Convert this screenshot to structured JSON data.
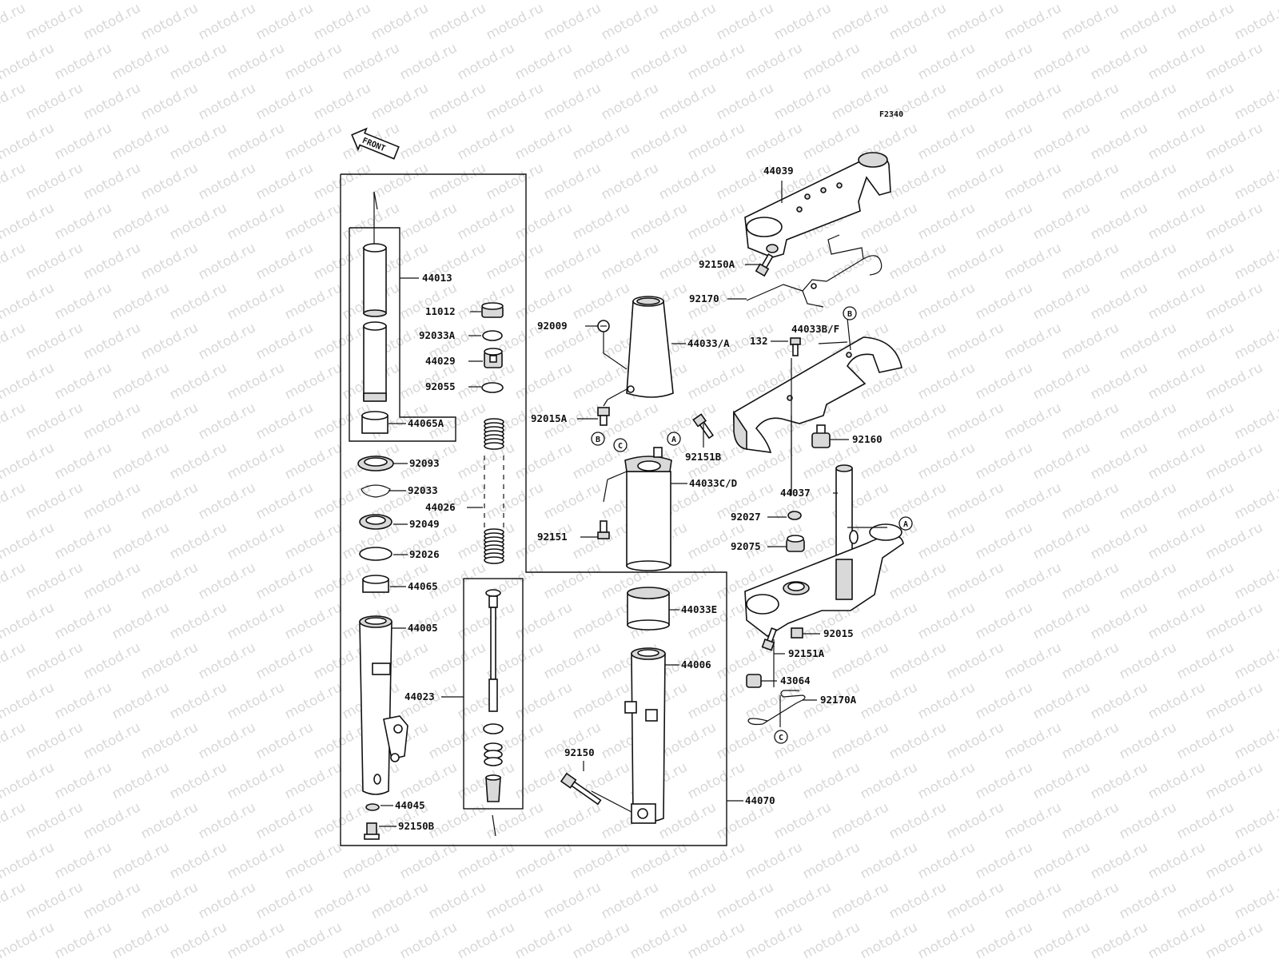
{
  "diagram_code": "F2340",
  "front_label": "FRONT",
  "watermark": "motod.ru",
  "parts": [
    {
      "id": "p44013",
      "label": "44013"
    },
    {
      "id": "p11012",
      "label": "11012"
    },
    {
      "id": "p92033A",
      "label": "92033A"
    },
    {
      "id": "p44029",
      "label": "44029"
    },
    {
      "id": "p92055",
      "label": "92055"
    },
    {
      "id": "p44065A",
      "label": "44065A"
    },
    {
      "id": "p92093",
      "label": "92093"
    },
    {
      "id": "p92033",
      "label": "92033"
    },
    {
      "id": "p44026",
      "label": "44026"
    },
    {
      "id": "p92049",
      "label": "92049"
    },
    {
      "id": "p92026",
      "label": "92026"
    },
    {
      "id": "p44065",
      "label": "44065"
    },
    {
      "id": "p44005",
      "label": "44005"
    },
    {
      "id": "p44023",
      "label": "44023"
    },
    {
      "id": "p44045",
      "label": "44045"
    },
    {
      "id": "p92150B",
      "label": "92150B"
    },
    {
      "id": "p92009",
      "label": "92009"
    },
    {
      "id": "p44033A",
      "label": "44033/A"
    },
    {
      "id": "p92015A",
      "label": "92015A"
    },
    {
      "id": "p92151B",
      "label": "92151B"
    },
    {
      "id": "p44033CD",
      "label": "44033C/D"
    },
    {
      "id": "p92151",
      "label": "92151"
    },
    {
      "id": "p44033E",
      "label": "44033E"
    },
    {
      "id": "p44006",
      "label": "44006"
    },
    {
      "id": "p92150",
      "label": "92150"
    },
    {
      "id": "p44070",
      "label": "44070"
    },
    {
      "id": "p44039",
      "label": "44039"
    },
    {
      "id": "p92150A",
      "label": "92150A"
    },
    {
      "id": "p92170",
      "label": "92170"
    },
    {
      "id": "p132",
      "label": "132"
    },
    {
      "id": "p44033BF",
      "label": "44033B/F"
    },
    {
      "id": "p92160",
      "label": "92160"
    },
    {
      "id": "p44037",
      "label": "44037"
    },
    {
      "id": "p92027",
      "label": "92027"
    },
    {
      "id": "p92075",
      "label": "92075"
    },
    {
      "id": "p92015",
      "label": "92015"
    },
    {
      "id": "p92151A",
      "label": "92151A"
    },
    {
      "id": "p43064",
      "label": "43064"
    },
    {
      "id": "p92170A",
      "label": "92170A"
    }
  ],
  "refs": {
    "a": "A",
    "b": "B",
    "c": "C"
  }
}
